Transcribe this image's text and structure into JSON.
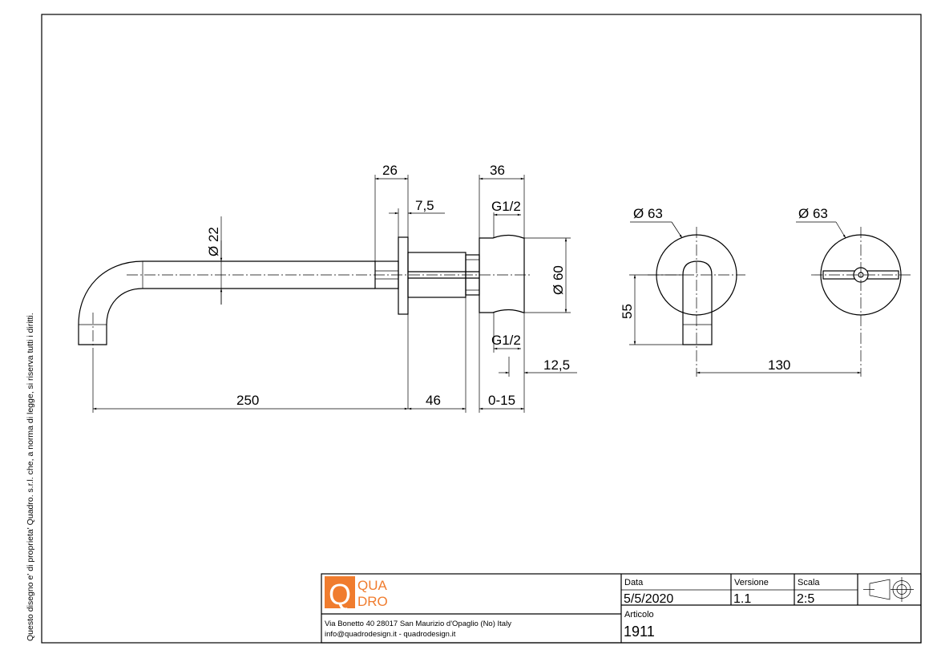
{
  "side_text": "Questo disegno e' di proprieta' Quadro. s.r.l. che, a norma di legge, si riserva tutti i diritti.",
  "dimensions": {
    "d22": "Ø 22",
    "d26": "26",
    "d7_5": "7,5",
    "d36": "36",
    "g_top": "G1/2",
    "g_bottom": "G1/2",
    "d60": "Ø 60",
    "d12_5": "12,5",
    "d250": "250",
    "d46": "46",
    "d0_15": "0-15",
    "d63_a": "Ø 63",
    "d63_b": "Ø 63",
    "d55": "55",
    "d130": "130"
  },
  "title_block": {
    "logo_letter": "Q",
    "logo_line1": "QUA",
    "logo_line2": "DRO",
    "address": "Via Bonetto 40  28017 San Maurizio d'Opaglio (No) Italy",
    "contact": "info@quadrodesign.it  -  quadrodesign.it",
    "data_label": "Data",
    "data_value": "5/5/2020",
    "versione_label": "Versione",
    "versione_value": "1.1",
    "scala_label": "Scala",
    "scala_value": "2:5",
    "articolo_label": "Articolo",
    "articolo_value": "1911"
  },
  "colors": {
    "brand": "#f07c2e"
  }
}
